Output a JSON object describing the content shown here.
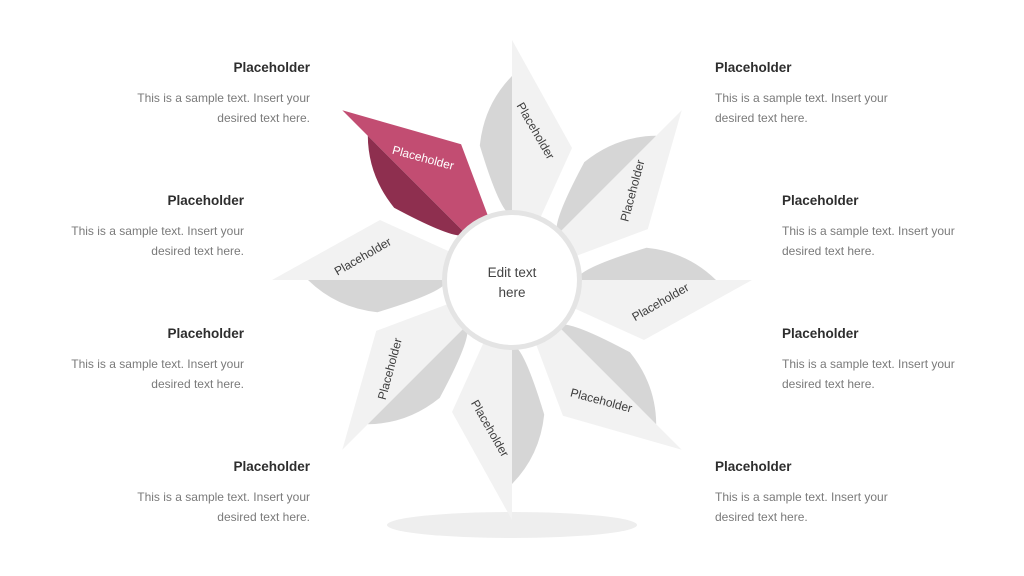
{
  "center": {
    "line1": "Edit text",
    "line2": "here"
  },
  "blades": [
    {
      "label": "Placeholder",
      "highlighted": false
    },
    {
      "label": "Placeholder",
      "highlighted": false
    },
    {
      "label": "Placeholder",
      "highlighted": false
    },
    {
      "label": "Placeholder",
      "highlighted": false
    },
    {
      "label": "Placeholder",
      "highlighted": false
    },
    {
      "label": "Placeholder",
      "highlighted": false
    },
    {
      "label": "Placeholder",
      "highlighted": false
    },
    {
      "label": "Placeholder",
      "highlighted": true
    }
  ],
  "left_items": [
    {
      "title": "Placeholder",
      "line1": "This is a sample text. Insert your",
      "line2": "desired text here."
    },
    {
      "title": "Placeholder",
      "line1": "This is a sample text. Insert your",
      "line2": "desired text here."
    },
    {
      "title": "Placeholder",
      "line1": "This is a sample text. Insert your",
      "line2": "desired text here."
    },
    {
      "title": "Placeholder",
      "line1": "This is a sample text. Insert your",
      "line2": "desired text here."
    }
  ],
  "right_items": [
    {
      "title": "Placeholder",
      "line1": "This is a sample text. Insert your",
      "line2": "desired text here."
    },
    {
      "title": "Placeholder",
      "line1": "This is a sample text. Insert your",
      "line2": "desired text here."
    },
    {
      "title": "Placeholder",
      "line1": "This is a sample text. Insert your",
      "line2": "desired text here."
    },
    {
      "title": "Placeholder",
      "line1": "This is a sample text. Insert your",
      "line2": "desired text here."
    }
  ],
  "colors": {
    "blade_light": "#f2f2f2",
    "blade_fold": "#d6d6d6",
    "highlight": "#c24d72",
    "highlight_fold": "#8e2f4f",
    "center_fill": "#ffffff",
    "center_ring": "#dcdcdc",
    "shadow": "#eeeeee"
  }
}
